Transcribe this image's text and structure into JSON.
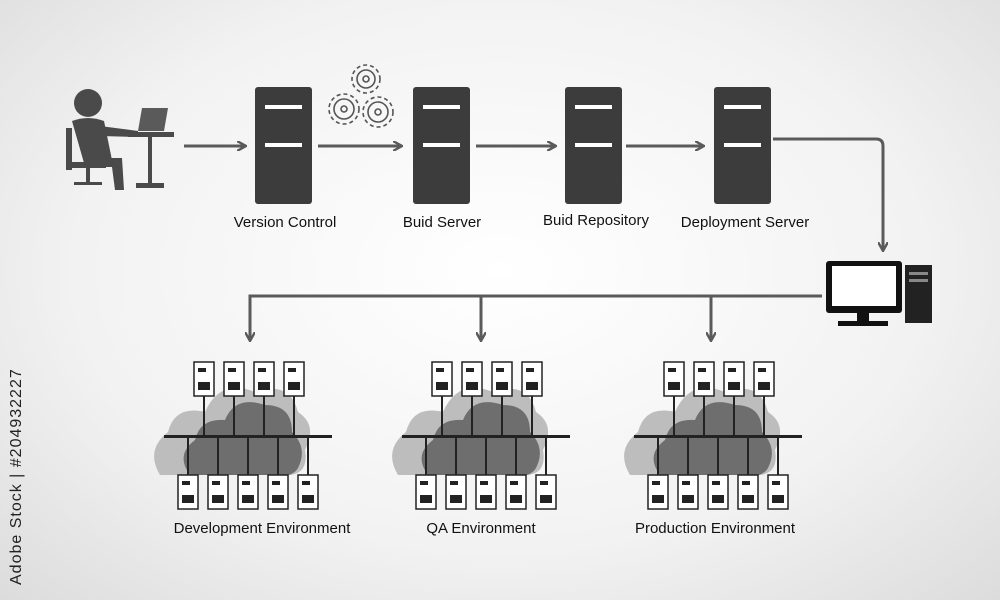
{
  "stages": [
    {
      "id": "version-control",
      "label": "Version Control"
    },
    {
      "id": "build-server",
      "label": "Buid Server"
    },
    {
      "id": "build-repository",
      "label": "Buid Repository"
    },
    {
      "id": "deployment-server",
      "label": "Deployment Server"
    }
  ],
  "environments": [
    {
      "id": "development",
      "label": "Development Environment"
    },
    {
      "id": "qa",
      "label": "QA Environment"
    },
    {
      "id": "production",
      "label": "Production Environment"
    }
  ],
  "watermark": "Adobe Stock | #204932227",
  "icons": [
    "developer-at-desk-icon",
    "gears-icon",
    "server-icon",
    "desktop-computer-icon",
    "cloud-cluster-icon"
  ],
  "colors": {
    "server": "#3c3c3c",
    "arrow": "#5a5a5a",
    "cloud_light": "#bdbdbd",
    "cloud_dark": "#6e6e6e"
  }
}
